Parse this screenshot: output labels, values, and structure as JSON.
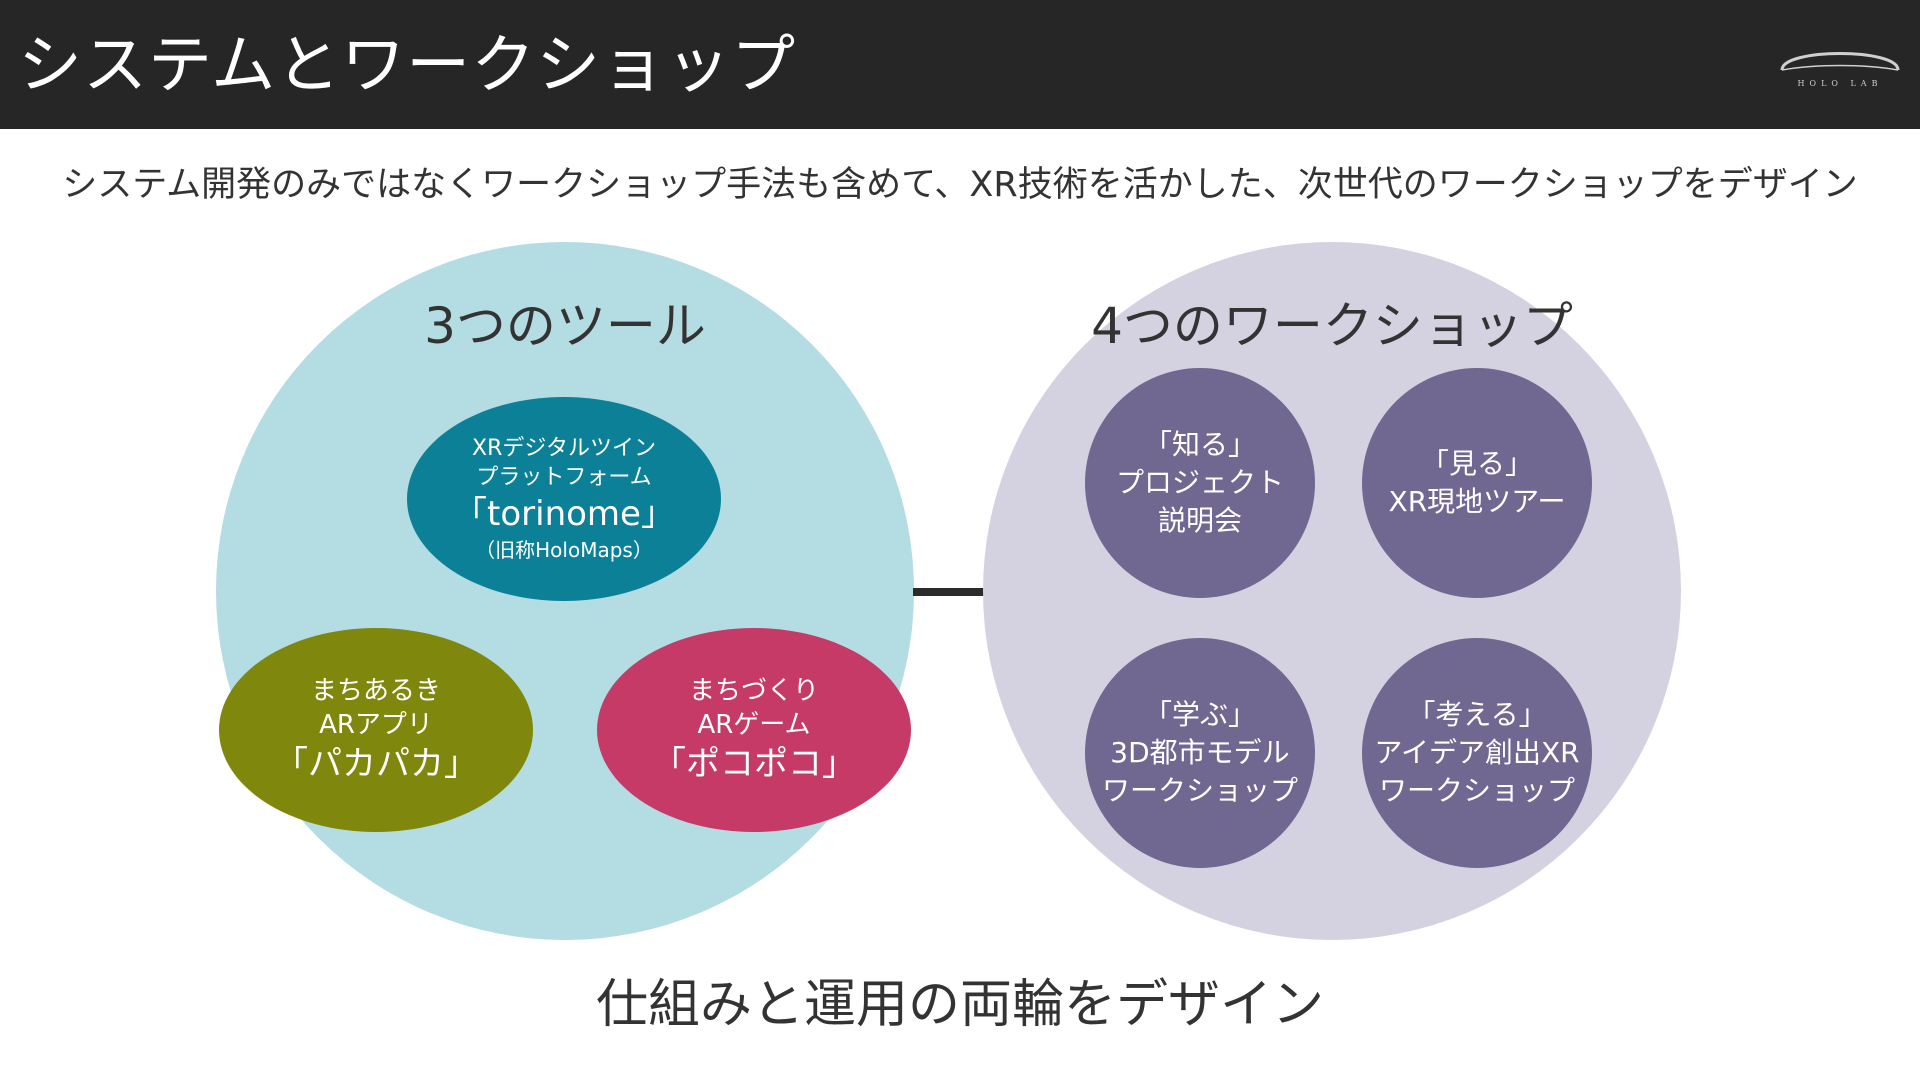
{
  "header": {
    "title": "システムとワークショップ",
    "logo_text": "HOLO LAB",
    "background": "#262626"
  },
  "subtitle": "システム開発のみではなくワークショップ手法も含めて、XR技術を活かした、次世代のワークショップをデザイン",
  "tools": {
    "title": "3つのツール",
    "color": "#b4dce3",
    "items": [
      {
        "lines": [
          "XRデジタルツイン",
          "プラットフォーム"
        ],
        "name": "「torinome」",
        "note": "（旧称HoloMaps）",
        "color": "#0b8097"
      },
      {
        "lines": [
          "まちあるき",
          "ARアプリ"
        ],
        "name": "「パカパカ」",
        "color": "#7f870c"
      },
      {
        "lines": [
          "まちづくり",
          "ARゲーム"
        ],
        "name": "「ポコポコ」",
        "color": "#c63a67"
      }
    ]
  },
  "workshops": {
    "title": "4つのワークショップ",
    "color": "#d4d2e0",
    "item_color": "#706890",
    "items": [
      {
        "lines": [
          "「知る」",
          "プロジェクト",
          "説明会"
        ]
      },
      {
        "lines": [
          "「見る」",
          "XR現地ツアー"
        ]
      },
      {
        "lines": [
          "「学ぶ」",
          "3D都市モデル",
          "ワークショップ"
        ]
      },
      {
        "lines": [
          "「考える」",
          "アイデア創出XR",
          "ワークショップ"
        ]
      }
    ]
  },
  "footer": "仕組みと運用の両輪をデザイン"
}
